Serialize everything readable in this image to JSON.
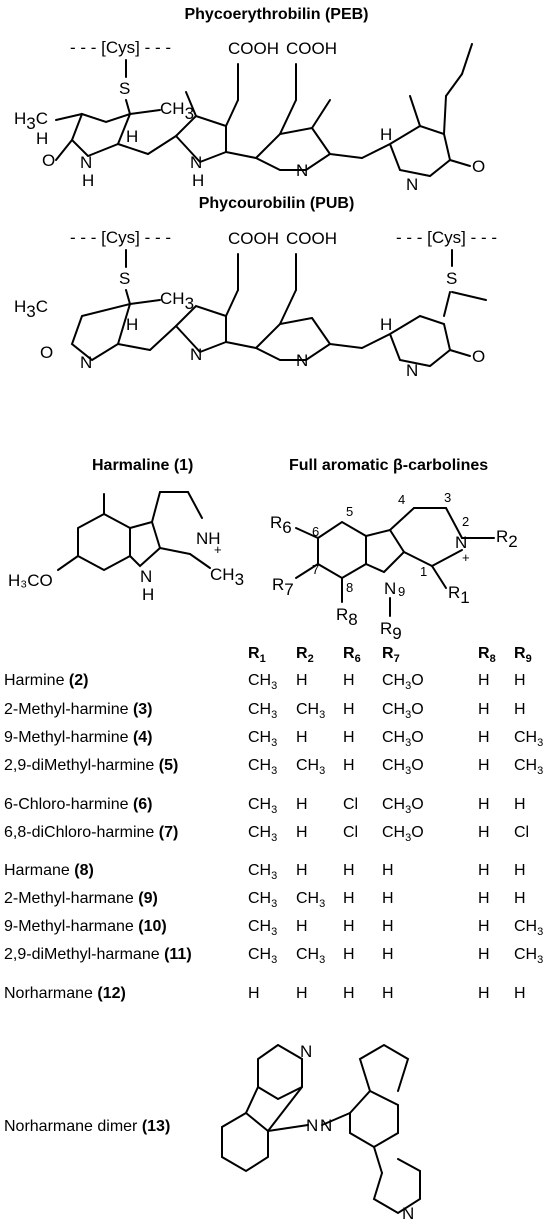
{
  "titles": {
    "peb": "Phycoerythrobilin (PEB)",
    "pub": "Phycourobilin (PUB)",
    "harmaline": "Harmaline (1)",
    "carbolines": "Full aromatic β-carbolines"
  },
  "labels": {
    "cys": "- - - [Cys] - - -",
    "cooh": "COOH",
    "S": "S",
    "CH3": "CH",
    "three": "3",
    "H3C": "H",
    "NH": "N",
    "H": "H",
    "O": "O",
    "N": "N",
    "H3CO": "H₃CO",
    "plus": "+"
  },
  "ring_numbers": [
    "1",
    "2",
    "3",
    "4",
    "5",
    "6",
    "7",
    "8",
    "9"
  ],
  "columns": [
    "R1",
    "R2",
    "R6",
    "R7",
    "R8",
    "R9"
  ],
  "rows": [
    {
      "name": "Harmine ",
      "num": "(2)",
      "R1": "CH3",
      "R2": "H",
      "R6": "H",
      "R7": "CH3O",
      "R8": "H",
      "R9": "H"
    },
    {
      "name": "2-Methyl-harmine ",
      "num": "(3)",
      "R1": "CH3",
      "R2": "CH3",
      "R6": "H",
      "R7": "CH3O",
      "R8": "H",
      "R9": "H"
    },
    {
      "name": "9-Methyl-harmine ",
      "num": "(4)",
      "R1": "CH3",
      "R2": "H",
      "R6": "H",
      "R7": "CH3O",
      "R8": "H",
      "R9": "CH3"
    },
    {
      "name": "2,9-diMethyl-harmine ",
      "num": "(5)",
      "R1": "CH3",
      "R2": "CH3",
      "R6": "H",
      "R7": "CH3O",
      "R8": "H",
      "R9": "CH3"
    },
    {
      "name": "6-Chloro-harmine ",
      "num": "(6)",
      "R1": "CH3",
      "R2": "H",
      "R6": "Cl",
      "R7": "CH3O",
      "R8": "H",
      "R9": "H"
    },
    {
      "name": "6,8-diChloro-harmine ",
      "num": "(7)",
      "R1": "CH3",
      "R2": "H",
      "R6": "Cl",
      "R7": "CH3O",
      "R8": "H",
      "R9": "Cl"
    },
    {
      "name": "Harmane ",
      "num": "(8)",
      "R1": "CH3",
      "R2": "H",
      "R6": "H",
      "R7": "H",
      "R8": "H",
      "R9": "H"
    },
    {
      "name": "2-Methyl-harmane ",
      "num": "(9)",
      "R1": "CH3",
      "R2": "CH3",
      "R6": "H",
      "R7": "H",
      "R8": "H",
      "R9": "H"
    },
    {
      "name": "9-Methyl-harmane ",
      "num": "(10)",
      "R1": "CH3",
      "R2": "H",
      "R6": "H",
      "R7": "H",
      "R8": "H",
      "R9": "CH3"
    },
    {
      "name": "2,9-diMethyl-harmane ",
      "num": "(11)",
      "R1": "CH3",
      "R2": "CH3",
      "R6": "H",
      "R7": "H",
      "R8": "H",
      "R9": "CH3"
    },
    {
      "name": "Norharmane ",
      "num": "(12)",
      "R1": "H",
      "R2": "H",
      "R6": "H",
      "R7": "H",
      "R8": "H",
      "R9": "H"
    }
  ],
  "dimer": {
    "name": "Norharmane dimer ",
    "num": "(13)"
  }
}
